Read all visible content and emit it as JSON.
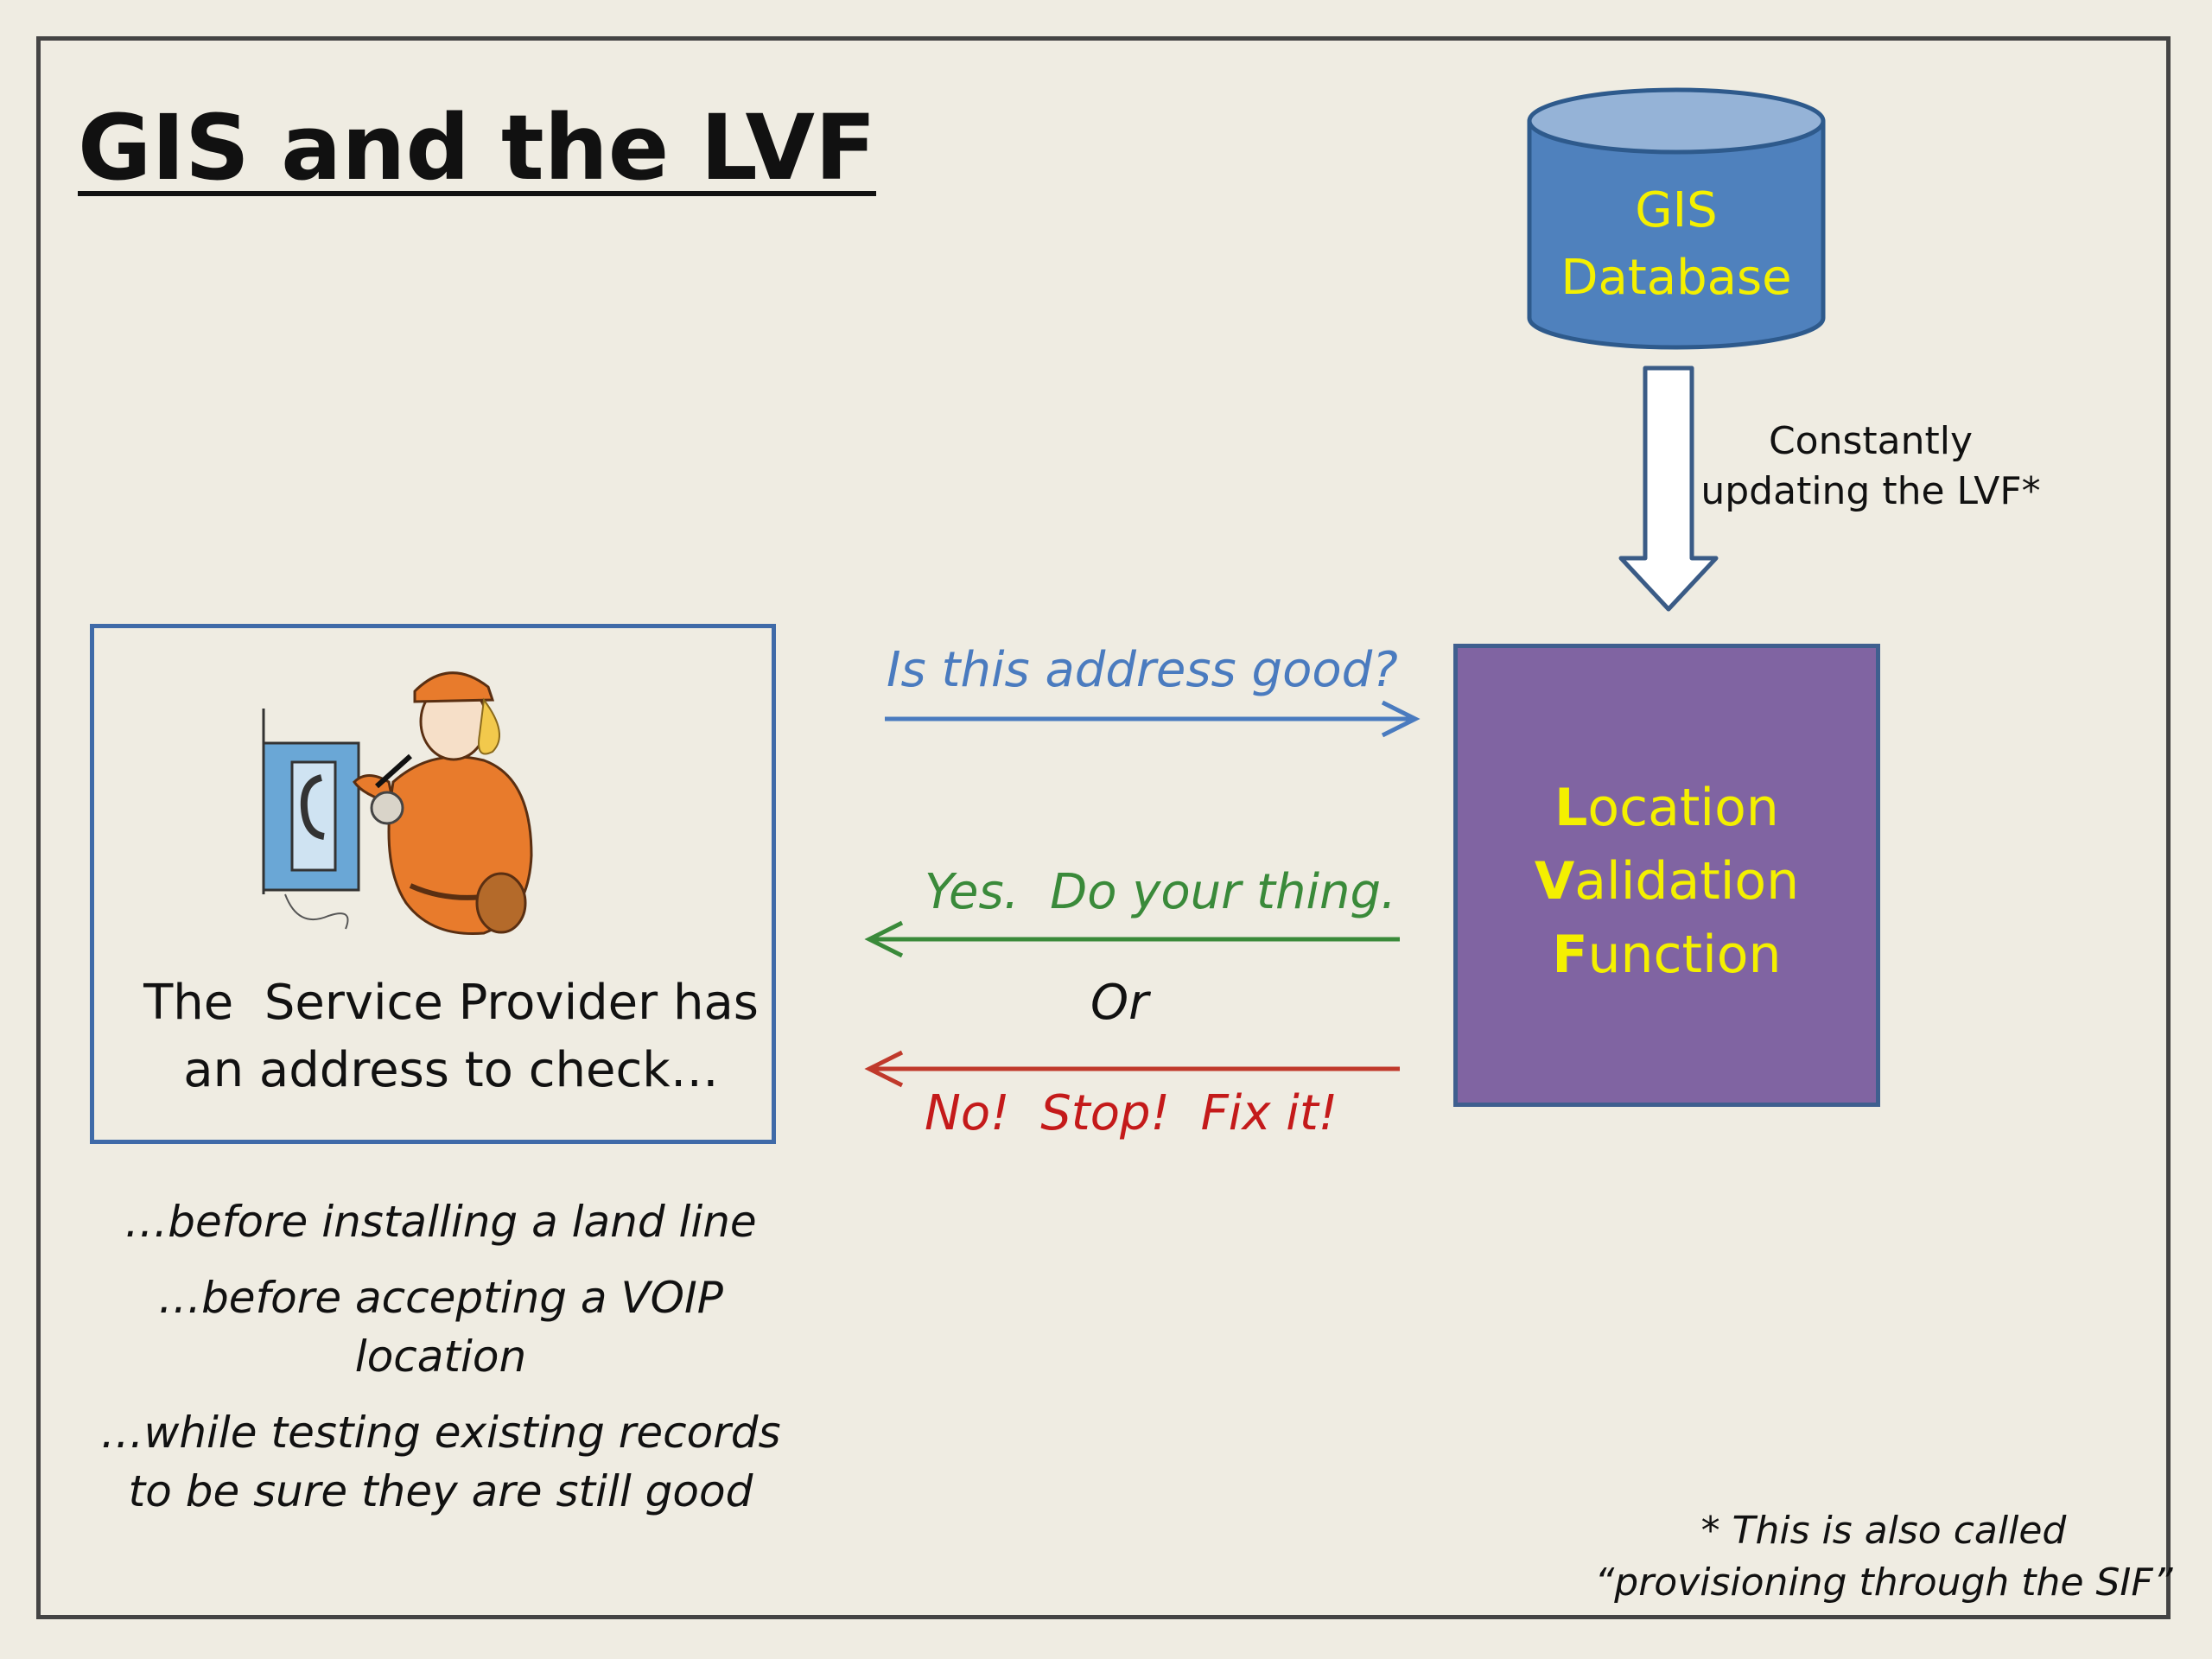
{
  "title": "GIS and the LVF",
  "gis_db": {
    "line1": "GIS",
    "line2": "Database"
  },
  "update_label": {
    "line1": "Constantly",
    "line2": "updating the LVF*"
  },
  "lvf": {
    "line1_initial": "L",
    "line1_rest": "ocation",
    "line2_initial": "V",
    "line2_rest": "alidation",
    "line3_initial": "F",
    "line3_rest": "unction"
  },
  "service_provider": {
    "line1": "The  Service Provider has",
    "line2": "an address to check…"
  },
  "query": "Is this address good?",
  "yes_reply": "Yes.  Do your thing.",
  "or": "Or",
  "no_reply": "No!  Stop!  Fix it!",
  "uses": [
    {
      "line1": "…before installing a land line"
    },
    {
      "line1": "…before accepting a VOIP",
      "line2": "location"
    },
    {
      "line1": "…while testing existing records",
      "line2": "to be sure they are still good"
    }
  ],
  "footnote": {
    "line1": "* This is also called",
    "line2": "“provisioning through the SIF”"
  },
  "colors": {
    "query": "#4a7bbf",
    "yes": "#3a8a3a",
    "no": "#c0392b",
    "highlight": "#f4f000",
    "lvf_fill": "#8064a2",
    "db_fill": "#4f81bd"
  },
  "icons": {
    "technician": "technician-icon",
    "database": "database-icon"
  }
}
